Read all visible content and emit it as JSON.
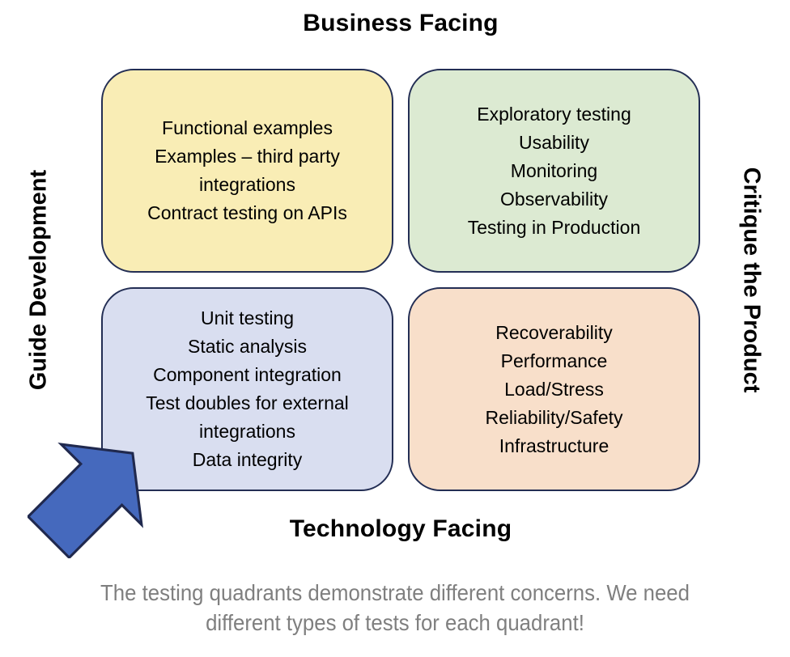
{
  "diagram": {
    "axes": {
      "top": "Business Facing",
      "bottom": "Technology Facing",
      "left": "Guide Development",
      "right": "Critique the Product"
    },
    "quadrants": {
      "top_left": {
        "lines": [
          "Functional examples",
          "Examples – third party",
          "integrations",
          "Contract testing on APIs"
        ]
      },
      "top_right": {
        "lines": [
          "Exploratory testing",
          "Usability",
          "Monitoring",
          "Observability",
          "Testing in Production"
        ]
      },
      "bottom_left": {
        "lines": [
          "Unit testing",
          "Static analysis",
          "Component integration",
          "Test doubles for external",
          "integrations",
          "Data integrity"
        ]
      },
      "bottom_right": {
        "lines": [
          "Recoverability",
          "Performance",
          "Load/Stress",
          "Reliability/Safety",
          "Infrastructure"
        ]
      }
    },
    "caption": "The testing quadrants demonstrate different concerns. We need different types of tests for each quadrant!"
  },
  "colors": {
    "quadrant_top_left_bg": "#f9edb5",
    "quadrant_top_right_bg": "#dcead2",
    "quadrant_bottom_left_bg": "#d9def0",
    "quadrant_bottom_right_bg": "#f8dfca",
    "quadrant_border": "#232e54",
    "arrow_fill": "#4569bd",
    "arrow_stroke": "#20294e",
    "caption_text": "#7f7f7f"
  }
}
